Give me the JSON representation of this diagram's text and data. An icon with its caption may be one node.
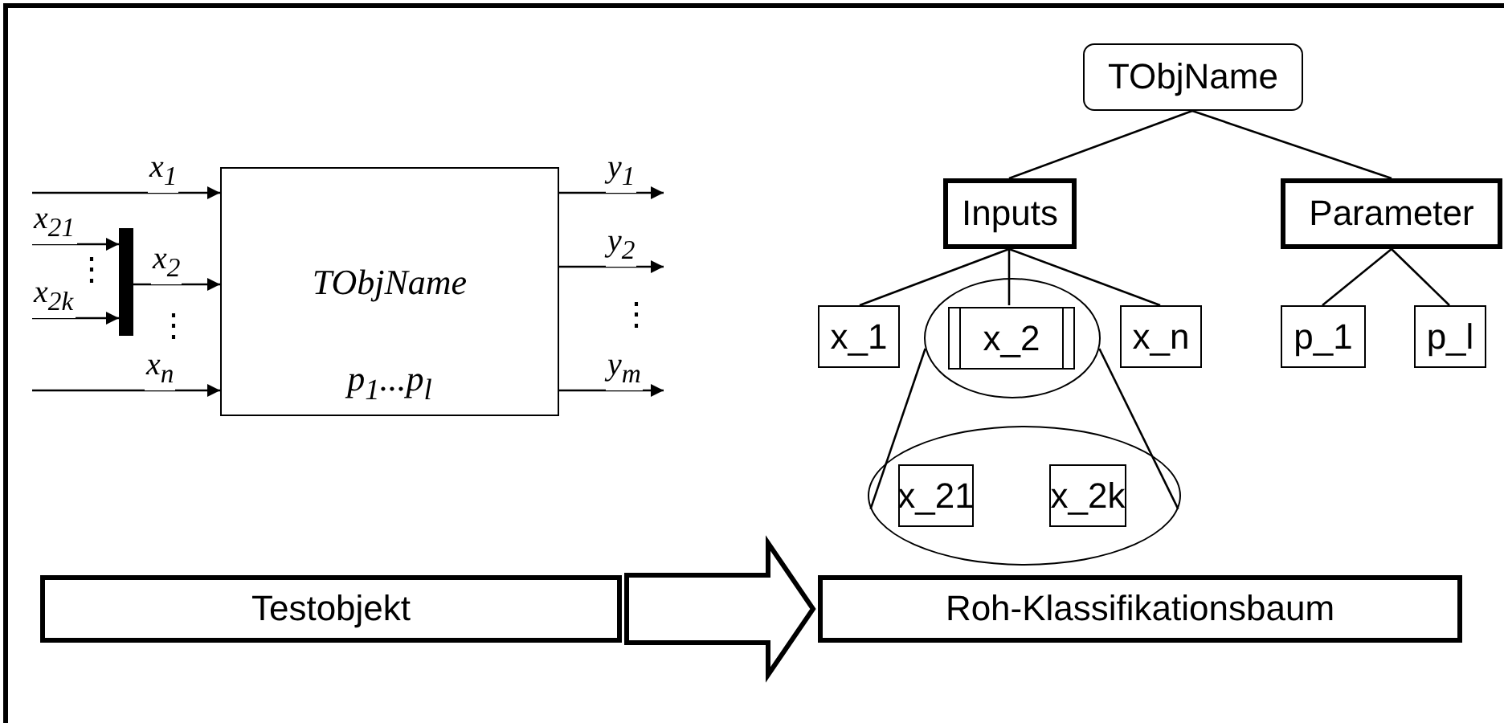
{
  "diagram": {
    "nodes": [
      {
        "text": [
          "TObjName",
          "p$_{1}$...p$_{l}$"
        ]
      },
      {
        "text": [],
        "shape": "bar"
      },
      {
        "text": [
          "TObjName"
        ]
      },
      {
        "text": [
          "Inputs"
        ]
      },
      {
        "text": [
          "Parameter"
        ]
      },
      {
        "text": [
          "x_1"
        ]
      },
      {
        "text": [],
        "shape": "ellipse"
      },
      {
        "text": [
          "x_2"
        ],
        "in": 6
      },
      {
        "text": [
          "x_n"
        ]
      },
      {
        "text": [
          "p_1"
        ]
      },
      {
        "text": [
          "p_l"
        ]
      },
      {
        "text": [],
        "shape": "ellipse"
      },
      {
        "text": [
          "x_21"
        ],
        "in": 11
      },
      {
        "text": [
          "x_2k"
        ],
        "in": 11
      },
      {
        "text": [
          "Testobjekt"
        ]
      },
      {
        "text": [
          "Roh-Klassifikationsbaum"
        ]
      }
    ],
    "edges": [
      {
        "from": null,
        "to": 0,
        "arrow": "to",
        "label": "x$_{1}$"
      },
      {
        "from": null,
        "to": 1,
        "arrow": "to",
        "label": "x$_{21}$"
      },
      {
        "from": null,
        "to": 1,
        "arrow": "to",
        "label": "x$_{2k}$"
      },
      {
        "from": 1,
        "to": 0,
        "arrow": "to",
        "label": "x$_{2}$"
      },
      {
        "from": null,
        "to": 0,
        "arrow": "to",
        "label": "x$_{n}$"
      },
      {
        "from": 0,
        "to": null,
        "arrow": "to",
        "label": "y$_{1}$"
      },
      {
        "from": 0,
        "to": null,
        "arrow": "to",
        "label": "y$_{2}$"
      },
      {
        "from": 0,
        "to": null,
        "arrow": "to",
        "label": "y$_{m}$"
      },
      {
        "from": 2,
        "to": 3,
        "arrow": "none"
      },
      {
        "from": 2,
        "to": 4,
        "arrow": "none"
      },
      {
        "from": 3,
        "to": 5,
        "arrow": "none"
      },
      {
        "from": 3,
        "to": 7,
        "arrow": "none"
      },
      {
        "from": 3,
        "to": 8,
        "arrow": "none"
      },
      {
        "from": 4,
        "to": 9,
        "arrow": "none"
      },
      {
        "from": 4,
        "to": 10,
        "arrow": "none"
      },
      {
        "from": 6,
        "to": 11,
        "arrow": "none"
      },
      {
        "from": 6,
        "to": 11,
        "arrow": "none"
      },
      {
        "from": 14,
        "to": 15,
        "arrow": "to",
        "style": "thick"
      }
    ],
    "labels": [
      "⋮",
      "⋮",
      "⋮"
    ]
  }
}
